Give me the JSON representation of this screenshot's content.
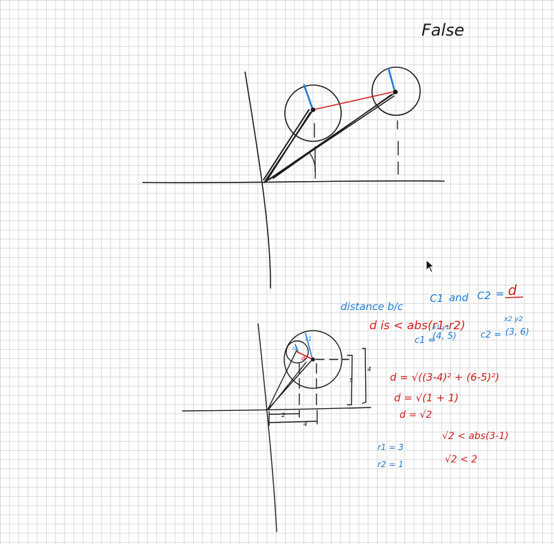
{
  "verdict": "False",
  "top_figure": {
    "description_labels": []
  },
  "bottom_figure": {
    "radius_large": "r1",
    "radius_small": "r2",
    "distance_label": "d",
    "tick_2": "2",
    "tick_4": "4",
    "height_4": "4",
    "height_5": "5"
  },
  "notes": {
    "line1_blue": "distance b/c",
    "line1_c1": "C1",
    "line1_and": "and",
    "line1_c2": "C2",
    "line1_eq": "=",
    "line1_d": "d",
    "line2": "d is < abs(r1-r2)",
    "c1_label": "c1 =",
    "c1_value": "(4, 5)",
    "c2_label": "c2 =",
    "c2_value": "(3, 6)",
    "x1_y1": "x1   y1",
    "x2_y2": "x2   y2",
    "eq1": "d = √((3-4)² + (6-5)²)",
    "eq2": "d = √(1 + 1)",
    "eq3": "d = √2",
    "r1": "r1 = 3",
    "r2": "r2 = 1",
    "cmp1": "√2 <  abs(3-1)",
    "cmp2": "√2 <  2"
  },
  "colors": {
    "ink": "#1a1a1a",
    "blue": "#1e7ad8",
    "red": "#d21d1d",
    "grid": "#d9d9d9"
  }
}
